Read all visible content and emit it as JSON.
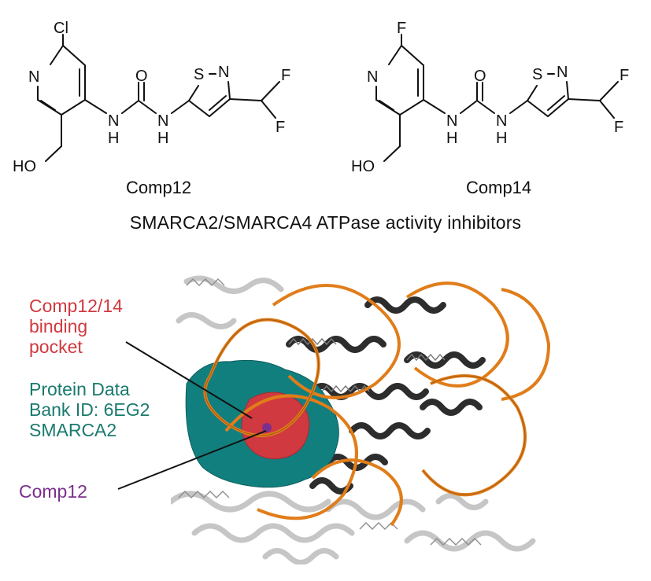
{
  "molecules": [
    {
      "halogen": "Cl",
      "ring_n": "N",
      "hydroxyl": "HO",
      "carbonyl_o": "O",
      "nh": "N",
      "h": "H",
      "thiazole_s": "S",
      "thiazole_n": "N",
      "fluorine": "F",
      "caption": "Comp12"
    },
    {
      "halogen": "F",
      "ring_n": "N",
      "hydroxyl": "HO",
      "carbonyl_o": "O",
      "nh": "N",
      "h": "H",
      "thiazole_s": "S",
      "thiazole_n": "N",
      "fluorine": "F",
      "caption": "Comp14"
    }
  ],
  "title": "SMARCA2/SMARCA4 ATPase activity inhibitors",
  "labels": {
    "pocket": [
      "Comp12/14",
      "binding",
      "pocket"
    ],
    "pdb": [
      "Protein Data",
      "Bank ID: 6EG2",
      "SMARCA2"
    ],
    "ligand": "Comp12"
  },
  "colors": {
    "pocket": "#d0393f",
    "protein": "#1a7a6e",
    "ligand": "#7b2f8e",
    "dna": "#e07d1a",
    "surface": "#127f7f",
    "dark_helix": "#2d2d2d",
    "light_helix": "#c6c6c6"
  }
}
